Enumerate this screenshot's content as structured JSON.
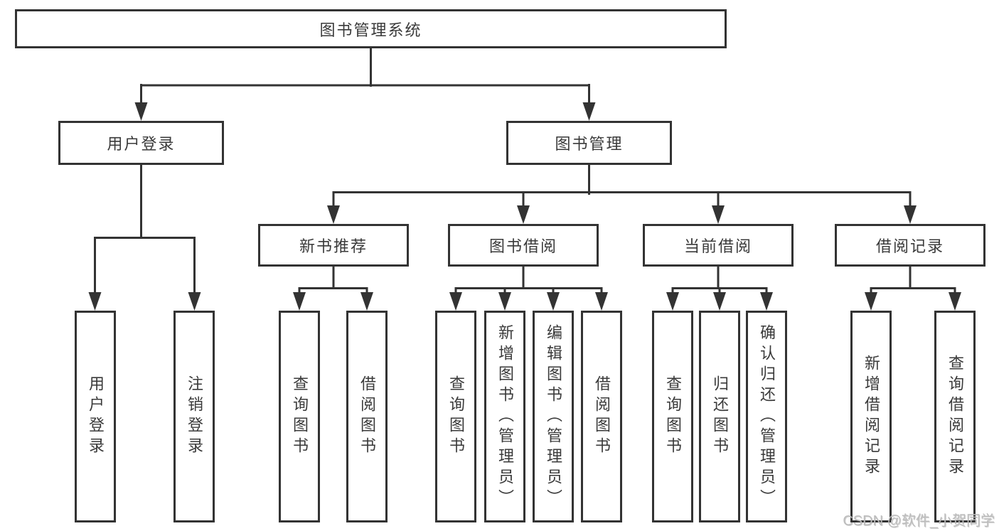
{
  "colors": {
    "line": "#333333",
    "box_border": "#333333",
    "box_bg": "#ffffff",
    "text": "#3a3a3a",
    "watermark": "#bdbdbd"
  },
  "nodes": {
    "root": "图书管理系统",
    "login": "用户登录",
    "management": "图书管理",
    "recommend": "新书推荐",
    "borrow": "图书借阅",
    "current": "当前借阅",
    "records": "借阅记录",
    "login_children": [
      "用户登录",
      "注销登录"
    ],
    "recommend_children": [
      "查询图书",
      "借阅图书"
    ],
    "borrow_children": [
      "查询图书",
      "新增图书（管理员）",
      "编辑图书（管理员）",
      "借阅图书"
    ],
    "current_children": [
      "查询图书",
      "归还图书",
      "确认归还（管理员）"
    ],
    "records_children": [
      "新增借阅记录",
      "查询借阅记录"
    ]
  },
  "watermark": {
    "text": "CSDN @软件_小贺同学"
  }
}
